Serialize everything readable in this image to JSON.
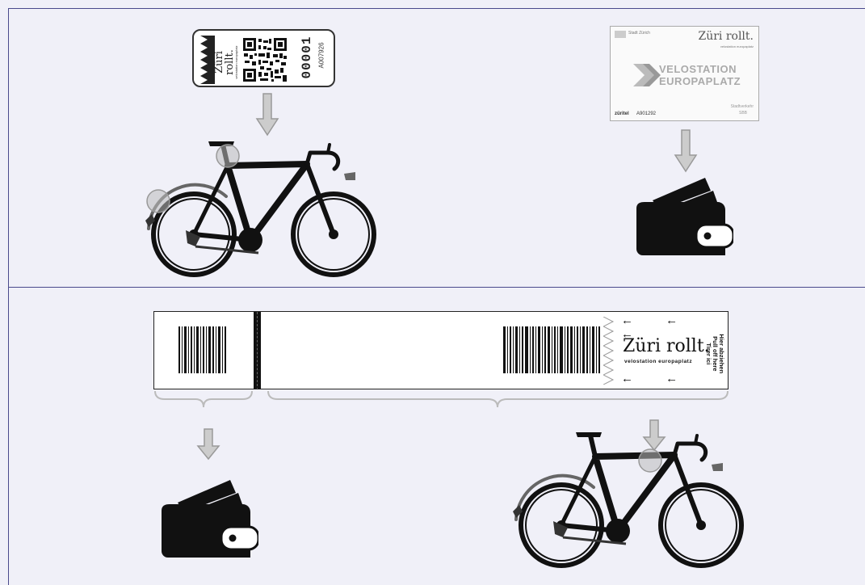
{
  "qr_tag": {
    "brand": "Züri rollt.",
    "subtitle": "velostation europaplatz",
    "number": "00001",
    "code": "A007926"
  },
  "card": {
    "header": "Stadt Zürich",
    "brand": "Züri rollt.",
    "subtitle": "velostation europaplatz",
    "title_line1": "VELOSTATION",
    "title_line2": "EUROPAPLATZ",
    "footer_brand": "züritel",
    "number": "A901292",
    "footer_right_line1": "Stadtverkehr",
    "footer_right_line2": "SBB"
  },
  "ticket": {
    "brand": "Züri rollt.",
    "subtitle": "velostation europaplatz",
    "instructions": [
      "Hier abziehen",
      "Pull off here",
      "Tirer ici"
    ]
  },
  "colors": {
    "background": "#f0f0f8",
    "border": "#4a4a8c",
    "arrow": "#cccccc",
    "silhouette": "#111111",
    "highlight_circle": "#aaaaaa"
  }
}
